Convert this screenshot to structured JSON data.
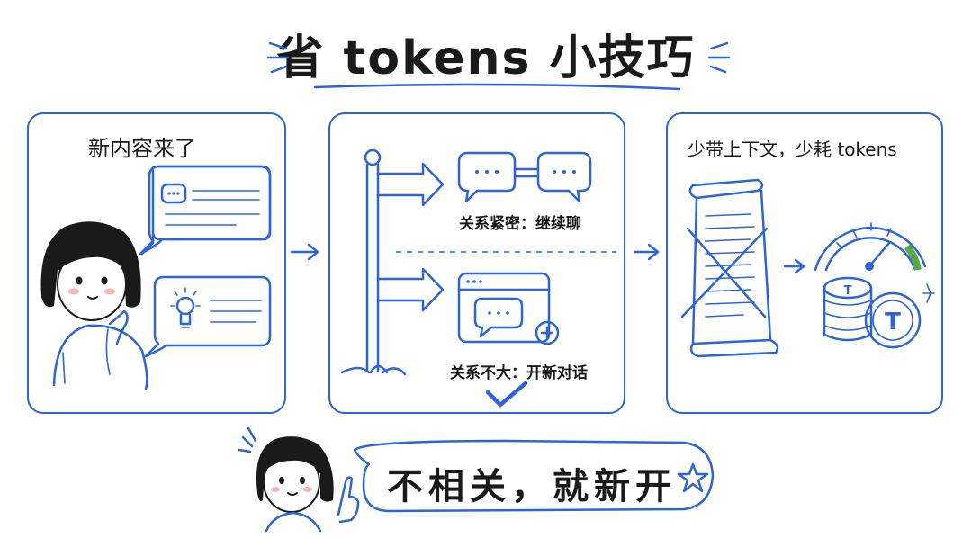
{
  "title": "省 tokens 小技巧",
  "panel1": {
    "caption": "新内容来了"
  },
  "panel2": {
    "upper_label": "关系紧密：继续聊",
    "lower_label": "关系不大：开新对话"
  },
  "panel3": {
    "caption": "少带上下文，少耗 tokens",
    "coin_letter": "T"
  },
  "slogan": "不相关，就新开",
  "colors": {
    "accent": "#2f63d6",
    "ink": "#1a1a1a",
    "gauge_green": "#5aa84a"
  }
}
